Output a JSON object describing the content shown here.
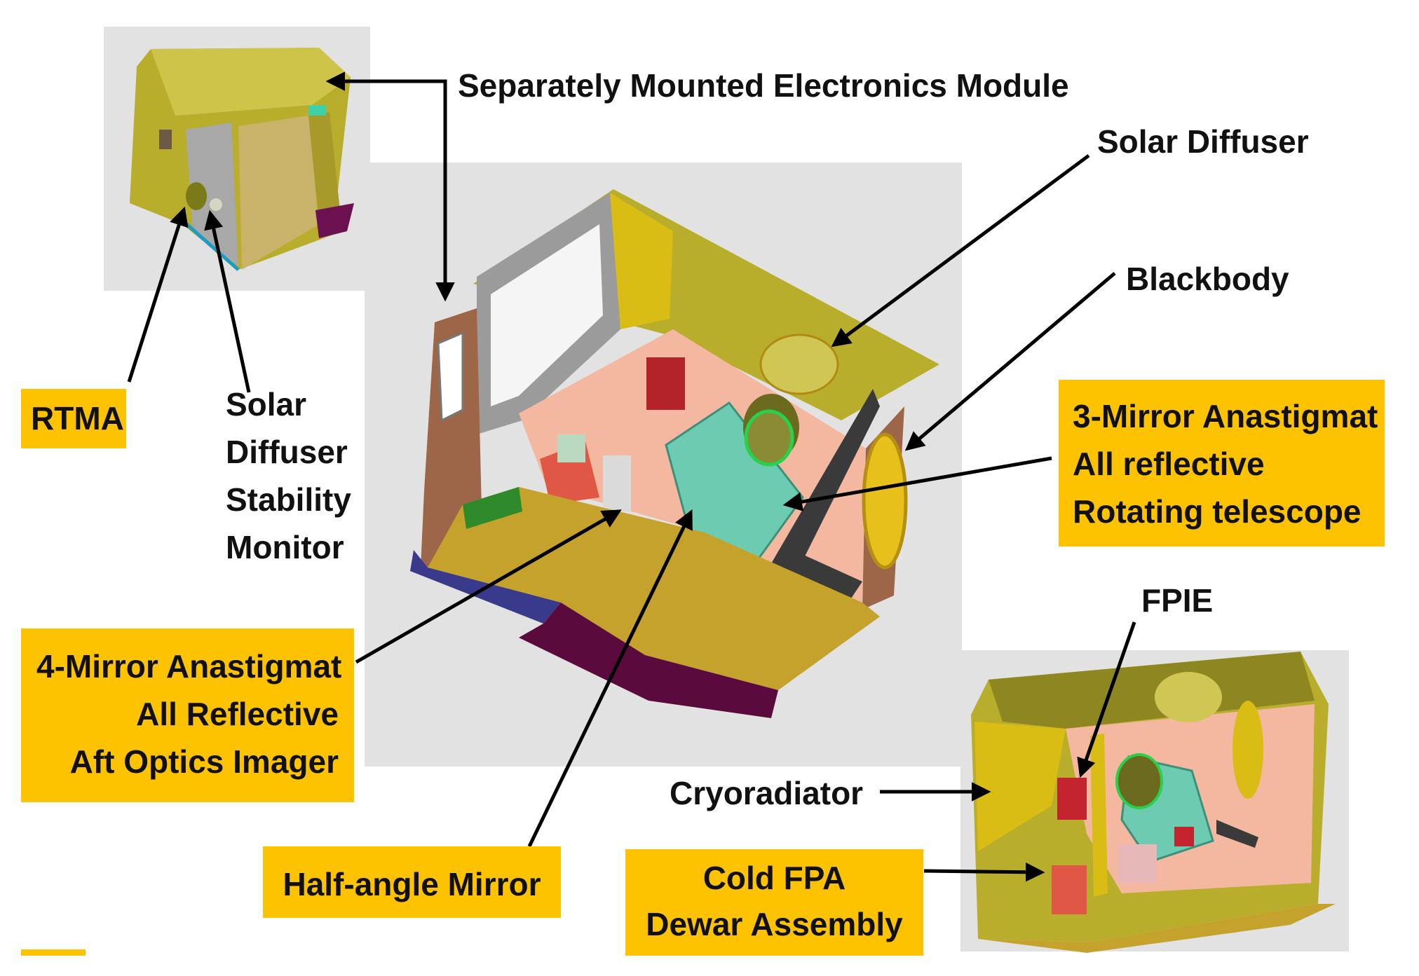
{
  "labels": {
    "electronics_module": "Separately Mounted Electronics Module",
    "solar_diffuser": "Solar Diffuser",
    "blackbody": "Blackbody",
    "rtma": "RTMA",
    "sdsm": [
      "Solar",
      "Diffuser",
      "Stability",
      "Monitor"
    ],
    "three_mirror": [
      "3-Mirror Anastigmat",
      "All reflective",
      "Rotating telescope"
    ],
    "four_mirror": [
      "4-Mirror Anastigmat",
      "All Reflective",
      "Aft Optics Imager"
    ],
    "half_angle_mirror": "Half-angle Mirror",
    "fpie": "FPIE",
    "cryoradiator": "Cryoradiator",
    "cold_fpa": [
      "Cold FPA",
      "Dewar Assembly"
    ]
  },
  "colors": {
    "label_box": "#fdc300",
    "panel_bg": "#e2e2e2",
    "housing_olive": "#b9ad2c",
    "housing_dark": "#8e8621",
    "interior_pink": "#f4b8a0",
    "telescope_teal": "#6ccbb0",
    "electronics_red": "#c3242d",
    "base_purple": "#5a0a3c",
    "arrow": "#000000"
  }
}
